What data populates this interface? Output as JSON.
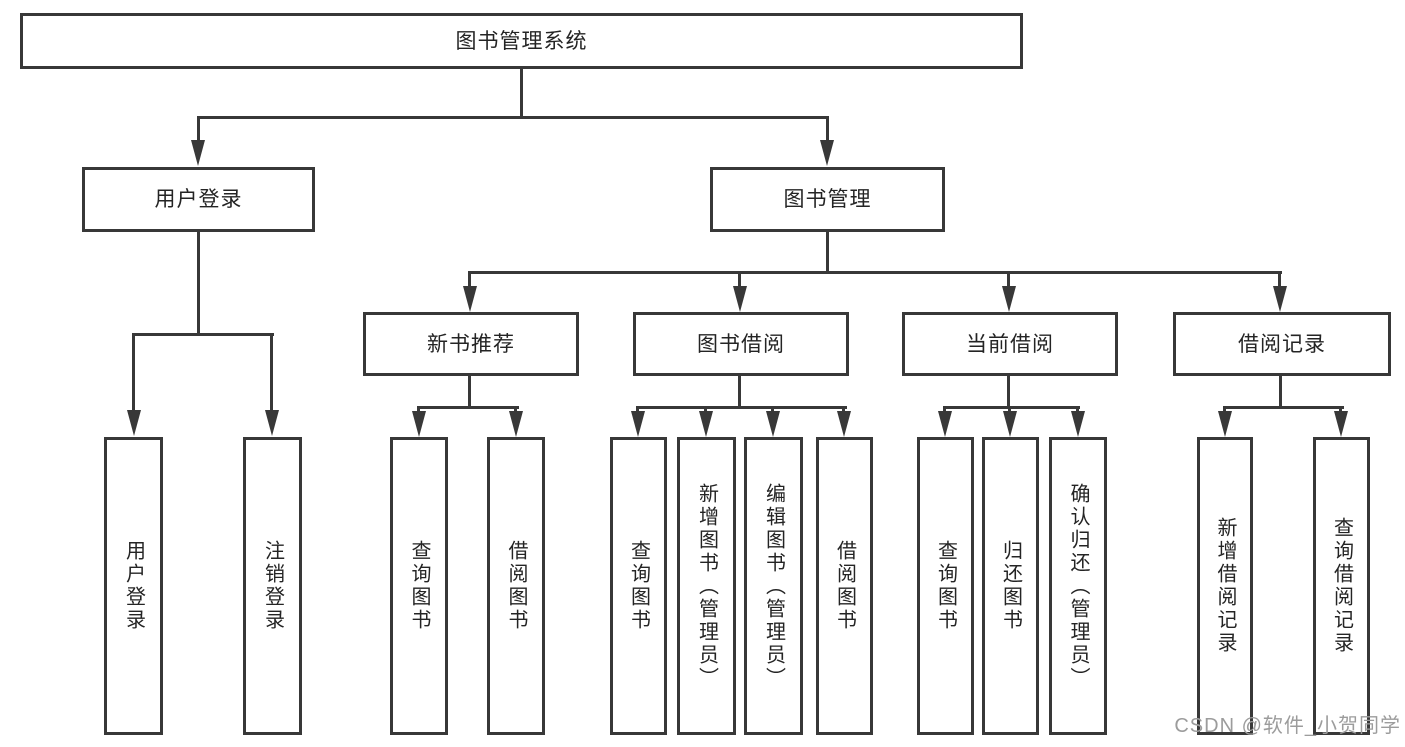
{
  "diagram": {
    "type": "hierarchy-tree",
    "root": {
      "label": "图书管理系统"
    },
    "level2": {
      "user_login": "用户登录",
      "book_mgmt": "图书管理"
    },
    "level3": {
      "new_book": "新书推荐",
      "book_borrow": "图书借阅",
      "current_borrow": "当前借阅",
      "borrow_records": "借阅记录"
    },
    "leaves": {
      "user_login": [
        "用户登录",
        "注销登录"
      ],
      "new_book": [
        "查询图书",
        "借阅图书"
      ],
      "book_borrow": [
        "查询图书",
        "新增图书（管理员）",
        "编辑图书（管理员）",
        "借阅图书"
      ],
      "current_borrow": [
        "查询图书",
        "归还图书",
        "确认归还（管理员）"
      ],
      "borrow_records": [
        "新增借阅记录",
        "查询借阅记录"
      ]
    }
  },
  "watermark": "CSDN @软件_小贺同学",
  "colors": {
    "line": "#383838",
    "text": "#242424",
    "background": "#ffffff",
    "watermark": "#9c9c9c"
  }
}
